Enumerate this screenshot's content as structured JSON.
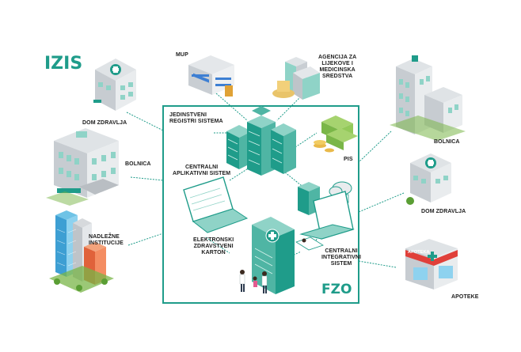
{
  "diagram": {
    "brand": "IZIS",
    "center_badge": "FZO",
    "nodes": {
      "dom_zdravlja_left": "DOM ZDRAVLJA",
      "bolnica_left": "BOLNICA",
      "nadlezne_institucije": [
        "NADLEŽNE",
        "INSTITUCIJE"
      ],
      "mup": "MUP",
      "agencija": [
        "AGENCIJA ZA",
        "LIJEKOVE I",
        "MEDICINSKA",
        "SREDSTVA"
      ],
      "bolnica_right": "BOLNICA",
      "dom_zdravlja_right": "DOM ZDRAVLJA",
      "apoteke": "APOTEKE",
      "apoteka_sign": "APOTEKA"
    },
    "inner": {
      "registri": [
        "JEDINSTVENI",
        "REGISTRI SISTEMA"
      ],
      "pis": "PIS",
      "centralni_aplikativni": [
        "CENTRALNI",
        "APLIKATIVNI SISTEM"
      ],
      "elektronski_karton": [
        "ELEKTRONSKI",
        "ZDRAVSTVENI",
        "KARTON"
      ],
      "centralni_integrativni": [
        "CENTRALNI",
        "INTEGRATIVNI",
        "SISTEM"
      ]
    },
    "colors": {
      "teal": "#1f9c8a",
      "teal_light": "#8fd3c7",
      "teal_dark": "#15705f",
      "gray_building": "#b9bec3",
      "money_green": "#7ab648",
      "pharmacy_red": "#e0403a"
    }
  }
}
